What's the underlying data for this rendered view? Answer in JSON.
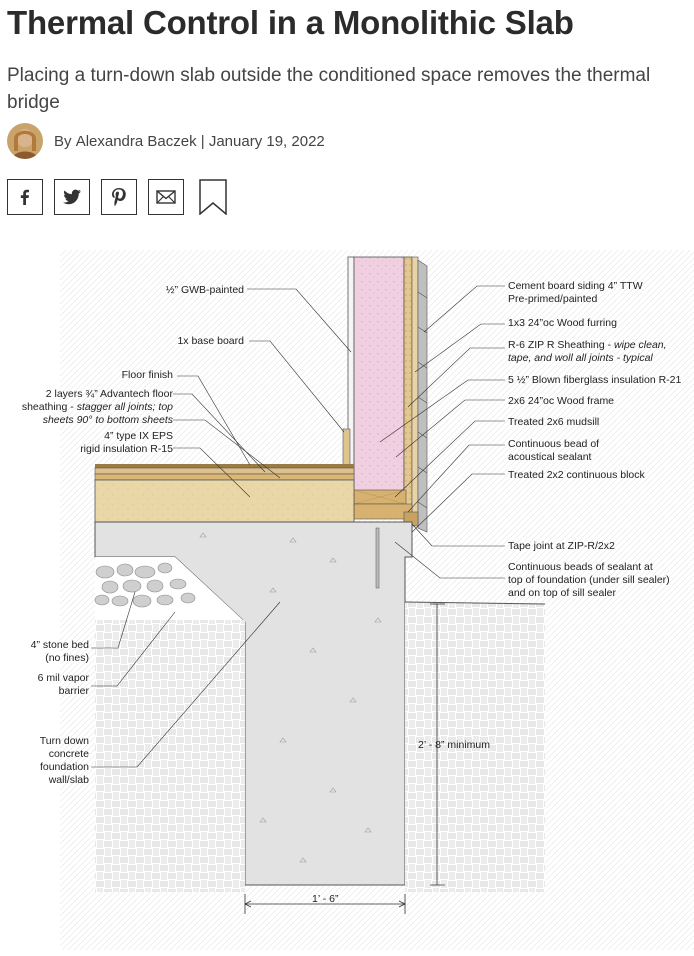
{
  "article": {
    "title": "Thermal Control in a Monolithic Slab",
    "subtitle": "Placing a turn-down slab outside the conditioned space removes the thermal bridge",
    "byline_prefix": "By",
    "author": "Alexandra Baczek",
    "separator": "|",
    "date": "January 19, 2022"
  },
  "share": [
    {
      "name": "facebook-icon"
    },
    {
      "name": "twitter-icon"
    },
    {
      "name": "pinterest-icon"
    },
    {
      "name": "email-icon"
    },
    {
      "name": "bookmark-icon"
    }
  ],
  "diagram": {
    "left_labels": {
      "gwb": "½” GWB-painted",
      "baseboard": "1x base board",
      "floor_finish": "Floor finish",
      "adv_1": "2 layers ¾” Advantech floor",
      "adv_2a": "sheathing - ",
      "adv_2b": "stagger all joints; top",
      "adv_3": "sheets 90° to bottom sheets",
      "eps_1": "4” type IX EPS",
      "eps_2": "rigid insulation R-15",
      "stone_1": "4” stone bed",
      "stone_2": "(no fines)",
      "vapor_1": "6 mil vapor",
      "vapor_2": "barrier",
      "found_1": "Turn down",
      "found_2": "concrete",
      "found_3": "foundation",
      "found_4": "wall/slab"
    },
    "right_labels": {
      "siding_1": "Cement board siding 4” TTW",
      "siding_2": "Pre-primed/painted",
      "furring": "1x3  24”oc Wood furring",
      "zip_1a": "R-6 ZIP R Sheathing - ",
      "zip_1b": "wipe clean,",
      "zip_2": "tape, and woll all joints - typical",
      "blown": "5 ½” Blown fiberglass insulation R-21",
      "frame": "2x6 24”oc Wood frame",
      "mudsill": "Treated 2x6 mudsill",
      "bead_1": "Continuous bead of",
      "bead_2": "acoustical sealant",
      "block": "Treated 2x2 continuous block",
      "tape": "Tape joint at ZIP-R/2x2",
      "beads_1": "Continuous beads of sealant at",
      "beads_2": "top of foundation (under sill sealer)",
      "beads_3": "and on top of sill sealer"
    },
    "dimensions": {
      "depth": "2’ - 8” minimum",
      "width": "1’ - 6”"
    }
  }
}
